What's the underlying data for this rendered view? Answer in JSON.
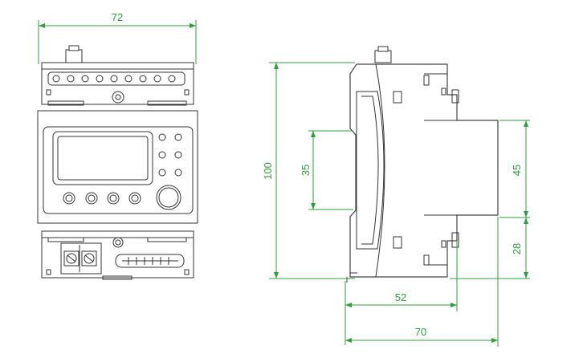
{
  "dimensions": {
    "front_width": "72",
    "height": "100",
    "rail_width": "35",
    "upper_offset": "45",
    "lower_offset": "28",
    "depth_mid": "52",
    "depth_total": "70"
  },
  "colors": {
    "dimension_lines": "#2e9e3c",
    "outline": "#333333",
    "background": "#ffffff"
  }
}
